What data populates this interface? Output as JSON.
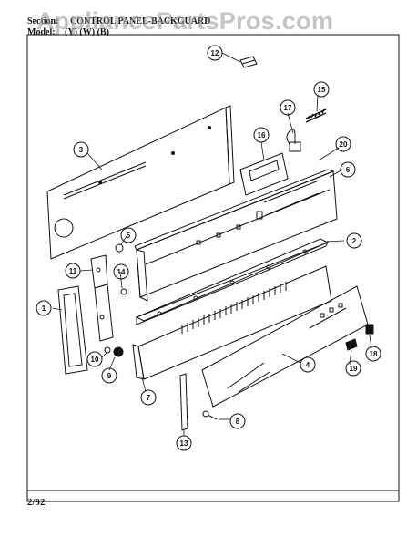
{
  "header": {
    "section_label": "Section:",
    "section_value": "CONTROL PANEL-BACKGUARD",
    "model_label": "Model:",
    "model_value": "(Y) (W) (B)"
  },
  "watermark": "AppliancePartsPros.com",
  "footer": {
    "date": "2/92"
  },
  "callouts": [
    "1",
    "2",
    "3",
    "4",
    "5",
    "6",
    "7",
    "8",
    "9",
    "10",
    "11",
    "12",
    "13",
    "14",
    "15",
    "16",
    "17",
    "18",
    "19",
    "20"
  ],
  "colors": {
    "ink": "#111111",
    "watermark": "#9a9a9a",
    "background": "#ffffff"
  }
}
